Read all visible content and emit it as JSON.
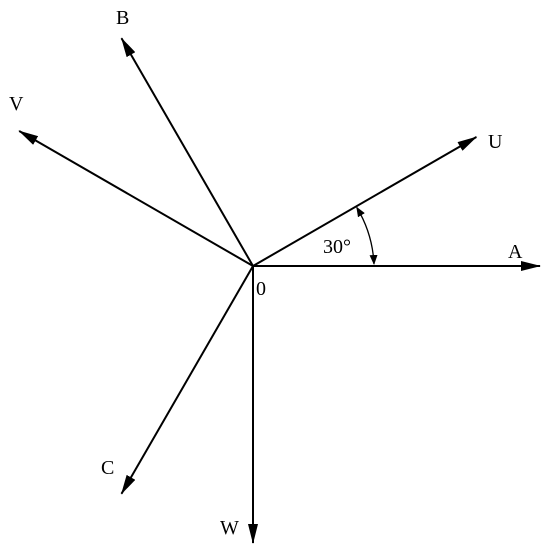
{
  "diagram": {
    "origin_label": "0",
    "angle_label": "30°",
    "angle_degrees": 30,
    "line_color": "#000000",
    "axes": [
      {
        "key": "A",
        "label": "A",
        "angle_deg": 0
      },
      {
        "key": "U",
        "label": "U",
        "angle_deg": 30
      },
      {
        "key": "B",
        "label": "B",
        "angle_deg": 120
      },
      {
        "key": "V",
        "label": "V",
        "angle_deg": 150
      },
      {
        "key": "C",
        "label": "C",
        "angle_deg": 240
      },
      {
        "key": "W",
        "label": "W",
        "angle_deg": 270
      }
    ]
  }
}
